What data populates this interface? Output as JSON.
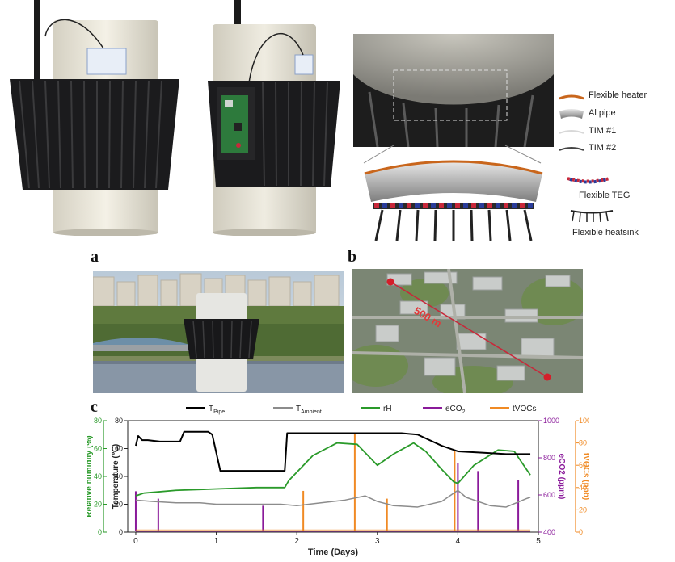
{
  "panel_labels": {
    "a": "a",
    "b": "b",
    "c": "c"
  },
  "schematic_legend": {
    "heater": "Flexible heater",
    "pipe": "Al pipe",
    "tim1": "TIM #1",
    "tim2": "TIM #2",
    "teg": "Flexible TEG",
    "heatsink": "Flexible heatsink"
  },
  "map": {
    "distance_label": "500 m"
  },
  "colors": {
    "pipe": "#000000",
    "ambient": "#8c8c8c",
    "rh": "#2a9a2a",
    "eco2": "#8a1a9a",
    "tvoc": "#f08a24",
    "heater": "#c9661c",
    "teg_red": "#c8283a",
    "teg_blue": "#2a3c9a"
  },
  "chart_data": {
    "type": "line",
    "xlabel": "Time (Days)",
    "ylabel_left_outer": "Relative humidity (%)",
    "ylabel_left_inner": "Temperature (℃)",
    "ylabel_right_inner": "eCO2 (ppm)",
    "ylabel_right_outer": "tVOCs (ppb)",
    "xlim": [
      -0.1,
      5.0
    ],
    "x_ticks": [
      "0",
      "1",
      "2",
      "3",
      "4",
      "5"
    ],
    "temp_ylim": [
      0,
      80
    ],
    "temp_ticks": [
      "0",
      "20",
      "40",
      "60",
      "80"
    ],
    "rh_ylim": [
      0,
      80
    ],
    "rh_ticks": [
      "0",
      "20",
      "40",
      "60",
      "80"
    ],
    "eco2_ylim": [
      400,
      1000
    ],
    "eco2_ticks": [
      "400",
      "600",
      "800",
      "1000"
    ],
    "tvoc_ylim": [
      0,
      100
    ],
    "tvoc_ticks": [
      "0",
      "20",
      "40",
      "60",
      "80",
      "100"
    ],
    "legend": [
      {
        "main": "T",
        "sub": "Pipe"
      },
      {
        "main": "T",
        "sub": "Ambient"
      },
      {
        "main": "rH",
        "sub": ""
      },
      {
        "main": "eCO",
        "sub": "2"
      },
      {
        "main": "tVOCs",
        "sub": ""
      }
    ],
    "series": [
      {
        "name": "TPipe",
        "x": [
          0.0,
          0.03,
          0.08,
          0.15,
          0.3,
          0.55,
          0.6,
          0.9,
          0.95,
          1.0,
          1.05,
          1.5,
          1.85,
          1.88,
          2.0,
          2.5,
          3.0,
          3.3,
          3.5,
          3.8,
          4.0,
          4.3,
          4.6,
          4.9
        ],
        "y": [
          62,
          69,
          66,
          66,
          65,
          65,
          72,
          72,
          70,
          57,
          44,
          44,
          44,
          71,
          71,
          71,
          71,
          71,
          70,
          62,
          58,
          57,
          56,
          56
        ]
      },
      {
        "name": "TAmbient",
        "x": [
          0.0,
          0.2,
          0.5,
          0.8,
          1.0,
          1.5,
          1.8,
          2.0,
          2.3,
          2.6,
          2.85,
          3.0,
          3.2,
          3.5,
          3.8,
          4.0,
          4.1,
          4.4,
          4.6,
          4.85,
          4.9
        ],
        "y": [
          23,
          22,
          21,
          21,
          20,
          20,
          20,
          19,
          21,
          23,
          26,
          22,
          19,
          18,
          22,
          30,
          25,
          19,
          18,
          24,
          25
        ]
      },
      {
        "name": "rH",
        "x": [
          0.0,
          0.1,
          0.5,
          1.0,
          1.5,
          1.85,
          1.9,
          2.2,
          2.5,
          2.75,
          2.9,
          3.0,
          3.2,
          3.45,
          3.6,
          3.8,
          3.95,
          4.0,
          4.2,
          4.5,
          4.7,
          4.9
        ],
        "y": [
          26,
          28,
          30,
          31,
          32,
          32,
          37,
          55,
          64,
          63,
          54,
          48,
          56,
          64,
          58,
          45,
          36,
          35,
          48,
          59,
          58,
          41
        ]
      },
      {
        "name": "eCO2",
        "x": [
          0.0,
          0.28,
          1.58,
          4.0,
          4.25,
          4.75
        ],
        "y": [
          620,
          580,
          542,
          774,
          729,
          680
        ]
      },
      {
        "name": "tVOCs",
        "x": [
          2.08,
          2.72,
          3.12,
          3.96
        ],
        "y": [
          37,
          88,
          30,
          74
        ]
      }
    ]
  }
}
